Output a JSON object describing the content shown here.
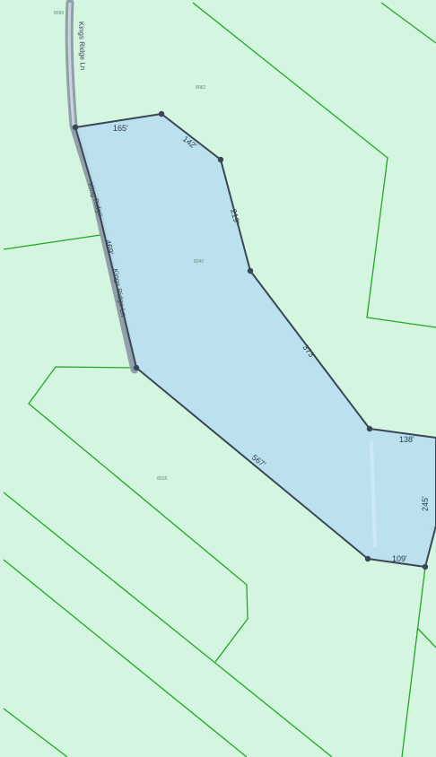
{
  "map": {
    "parcel_ids": {
      "top_left": "8099",
      "top": "8082",
      "center": "8040",
      "bottom_left": "8028"
    },
    "road_labels": {
      "road_upper": "Kings Ridge Ln",
      "road_mid": "King Ridge...",
      "road_side": "Kings Ridge Ln"
    },
    "edge_lengths": {
      "top": "165'",
      "upper_right": "142'",
      "right_upper": "219'",
      "right_mid": "373'",
      "east_top": "138'",
      "east_side": "245'",
      "south": "109'",
      "southwest": "567'",
      "west": "469'"
    },
    "colors": {
      "background": "#d4f5e0",
      "parcel_line": "#21a821",
      "selection_fill": "#b9dff0",
      "selection_stroke": "#3b4654",
      "road": "#8a96a3"
    }
  }
}
